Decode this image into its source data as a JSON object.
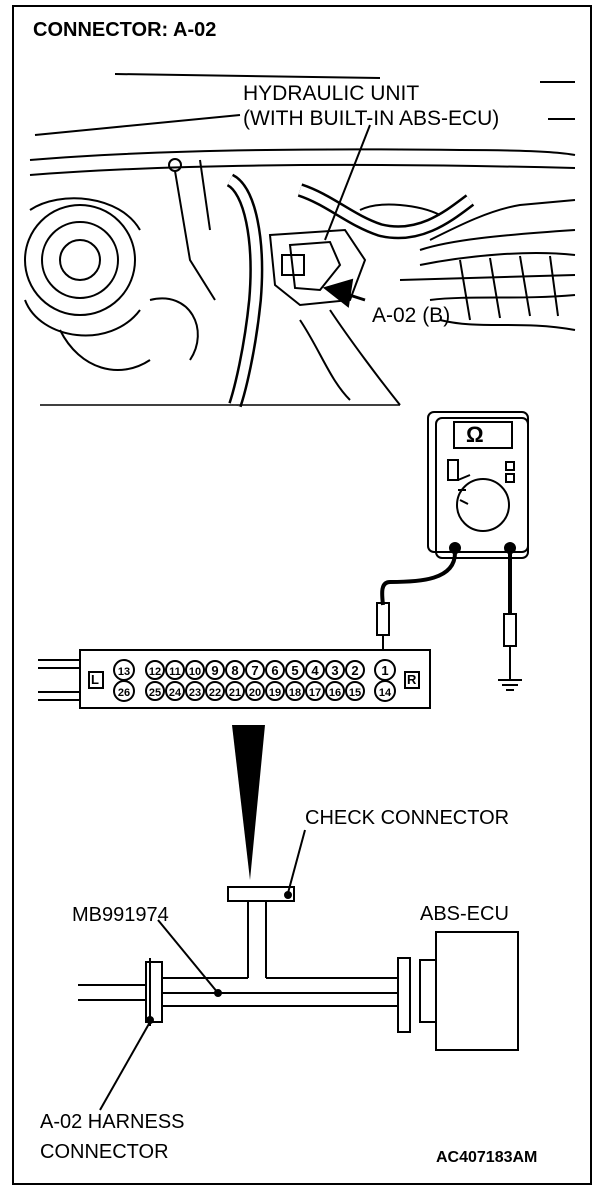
{
  "title": "CONNECTOR: A-02",
  "photo": {
    "unit_label_line1": "HYDRAULIC UNIT",
    "unit_label_line2": "(WITH BUILT-IN ABS-ECU)",
    "connector_label": "A-02 (B)"
  },
  "meter": {
    "symbol": "Ω"
  },
  "connector_face": {
    "left_marker": "L",
    "right_marker": "R",
    "top_row": [
      "13",
      "12",
      "11",
      "10",
      "9",
      "8",
      "7",
      "6",
      "5",
      "4",
      "3",
      "2",
      "1"
    ],
    "bottom_row": [
      "26",
      "25",
      "24",
      "23",
      "22",
      "21",
      "20",
      "19",
      "18",
      "17",
      "16",
      "15",
      "14"
    ]
  },
  "harness": {
    "check_connector": "CHECK CONNECTOR",
    "tool_number": "MB991974",
    "ecu_label": "ABS-ECU",
    "harness_line1": "A-02 HARNESS",
    "harness_line2": "CONNECTOR"
  },
  "figure_code": "AC407183AM"
}
